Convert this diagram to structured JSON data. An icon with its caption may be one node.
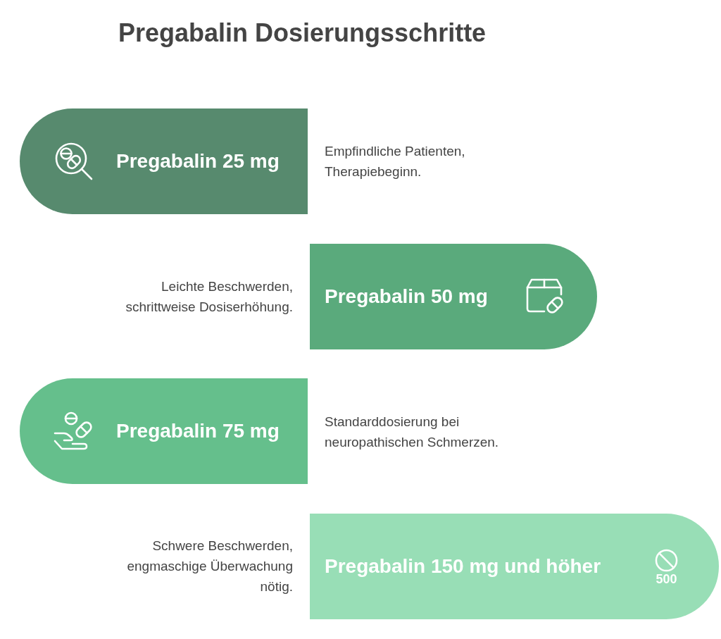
{
  "diagram": {
    "title": "Pregabalin Dosierungsschritte",
    "nodes": [
      {
        "text": [
          "Pregabalin 25 mg"
        ],
        "beside": [
          "Empfindliche Patienten, Therapiebeginn."
        ]
      },
      {
        "text": [
          "Pregabalin 50 mg"
        ],
        "beside": [
          "Leichte Beschwerden, schrittweise Dosiserhöhung."
        ]
      },
      {
        "text": [
          "Pregabalin 75 mg"
        ],
        "beside": [
          "Standarddosierung bei neuropathischen Schmerzen."
        ]
      },
      {
        "text": [
          "Pregabalin 150 mg und höher"
        ],
        "beside": [
          "Schwere Beschwerden, engmaschige Überwachung nötig."
        ]
      }
    ],
    "labels": [
      "500"
    ]
  }
}
